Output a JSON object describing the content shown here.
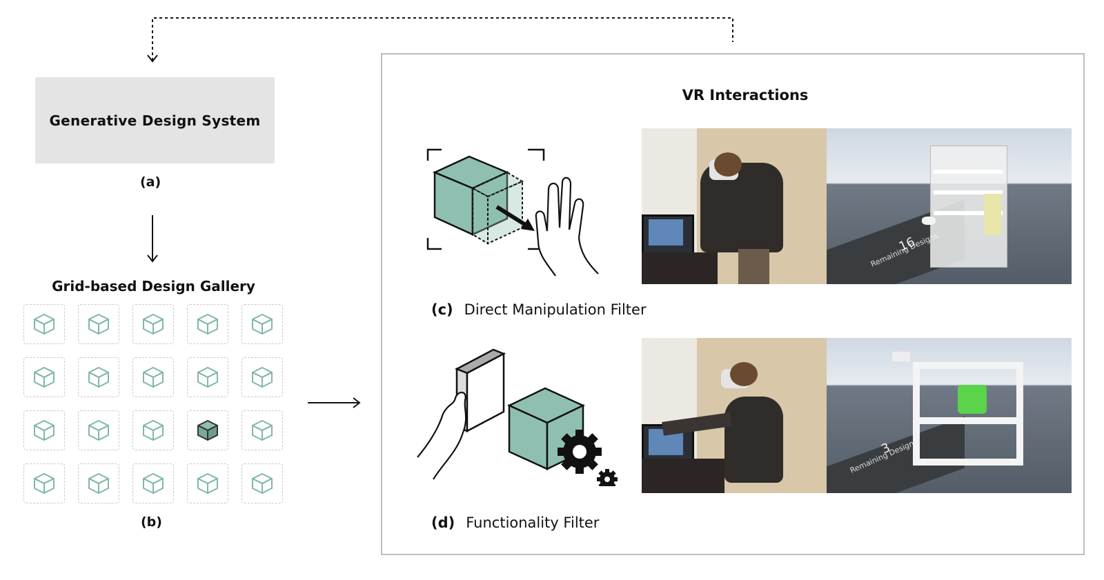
{
  "generative_system": {
    "label": "Generative Design System",
    "tag": "(a)"
  },
  "gallery": {
    "title": "Grid-based Design Gallery",
    "tag": "(b)",
    "rows": 4,
    "cols": 5,
    "highlighted_cell": {
      "row": 3,
      "col": 4
    }
  },
  "vr_panel": {
    "title": "VR Interactions",
    "filters": [
      {
        "tag": "(c)",
        "label": "Direct Manipulation Filter",
        "hud_label": "Remaining Designs",
        "hud_value": "16"
      },
      {
        "tag": "(d)",
        "label": "Functionality Filter",
        "hud_label": "Remaining Designs",
        "hud_value": "3"
      }
    ]
  },
  "colors": {
    "accent_teal": "#8fbfb0",
    "teal_outline": "#7fb8a6",
    "box_grey": "#e4e4e4",
    "panel_border": "#bdbdbd"
  },
  "icons": [
    "cube-icon",
    "hand-icon",
    "book-icon",
    "gear-icon",
    "arrow-icon"
  ]
}
